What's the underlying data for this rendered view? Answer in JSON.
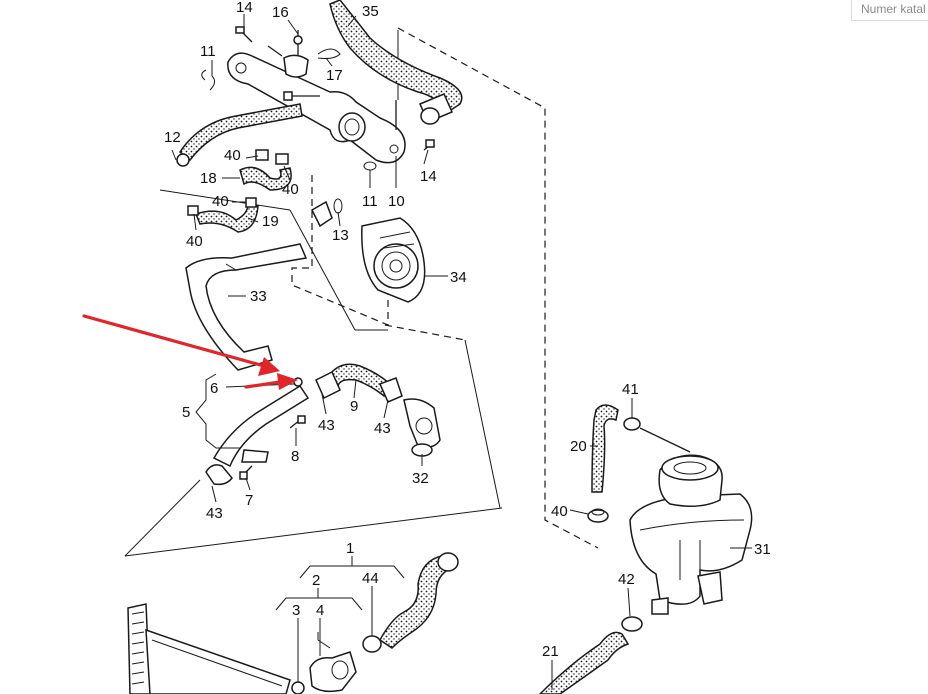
{
  "catalog_search": {
    "placeholder": "Numer katal"
  },
  "callouts": {
    "c14a": "14",
    "c16": "16",
    "c35": "35",
    "c11a": "11",
    "c17": "17",
    "c12": "12",
    "c40a": "40",
    "c18": "18",
    "c40b": "40",
    "c11b": "11",
    "c10": "10",
    "c14b": "14",
    "c40c": "40",
    "c19": "19",
    "c40d": "40",
    "c13": "13",
    "c34": "34",
    "c33": "33",
    "c6": "6",
    "c5": "5",
    "c9": "9",
    "c43a": "43",
    "c43b": "43",
    "c8": "8",
    "c32": "32",
    "c7": "7",
    "c43c": "43",
    "c41": "41",
    "c20": "20",
    "c40e": "40",
    "c31": "31",
    "c1": "1",
    "c2": "2",
    "c44": "44",
    "c42": "42",
    "c3": "3",
    "c4": "4",
    "c21": "21"
  },
  "colors": {
    "annotation_arrow": "#e0262b",
    "line_art": "#1a1a1a",
    "background": "#ffffff"
  }
}
